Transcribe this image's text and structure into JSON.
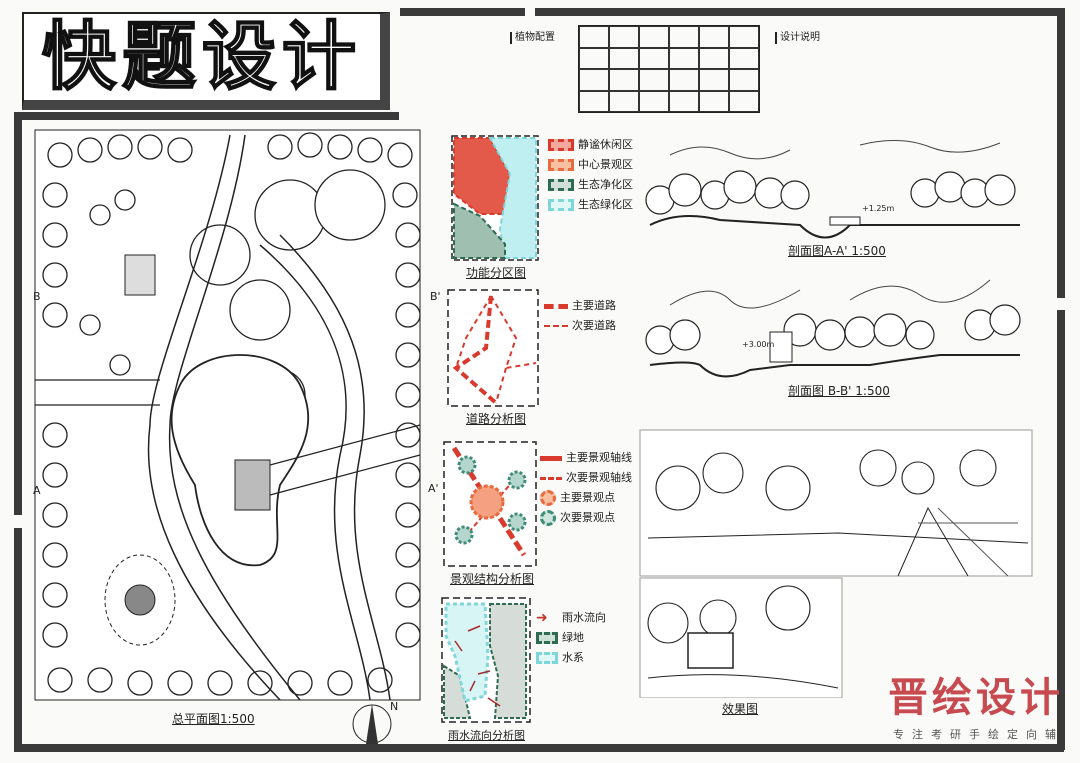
{
  "title": "快题设计",
  "plan": {
    "caption": "总平面图1:500",
    "north_label": "N",
    "markers": [
      "A",
      "A'",
      "B",
      "B'"
    ]
  },
  "plant_config": {
    "label": "植物配置"
  },
  "design_notes": {
    "label": "设计说明"
  },
  "function_zoning": {
    "caption": "功能分区图",
    "legend": [
      {
        "label": "静谧休闲区",
        "color": "#d93a2e"
      },
      {
        "label": "中心景观区",
        "color": "#e86a3e"
      },
      {
        "label": "生态净化区",
        "color": "#2f6b52"
      },
      {
        "label": "生态绿化区",
        "color": "#7fd6d8"
      }
    ]
  },
  "road_analysis": {
    "caption": "道路分析图",
    "legend": [
      {
        "label": "主要道路",
        "color": "#d93a2e"
      },
      {
        "label": "次要道路",
        "color": "#d93a2e"
      }
    ]
  },
  "landscape_structure": {
    "caption": "景观结构分析图",
    "legend": [
      {
        "label": "主要景观轴线",
        "color": "#d93a2e"
      },
      {
        "label": "次要景观轴线",
        "color": "#d93a2e"
      },
      {
        "label": "主要景观点",
        "color": "#e86a3e"
      },
      {
        "label": "次要景观点",
        "color": "#3f8c78"
      }
    ]
  },
  "rainwater": {
    "caption": "雨水流向分析图",
    "legend": [
      {
        "label": "雨水流向",
        "color": "#c0392b"
      },
      {
        "label": "绿地",
        "color": "#2f6b52"
      },
      {
        "label": "水系",
        "color": "#7fd6d8"
      }
    ]
  },
  "section_a": {
    "caption": "剖面图A-A' 1:500",
    "elevation": "+1.25m"
  },
  "section_b": {
    "caption": "剖面图 B-B' 1:500",
    "elevation": "+3.00m"
  },
  "perspective": {
    "caption": "效果图"
  },
  "watermark": {
    "brand": "晋绘设计",
    "slogan": "专注考研手绘定向辅"
  }
}
